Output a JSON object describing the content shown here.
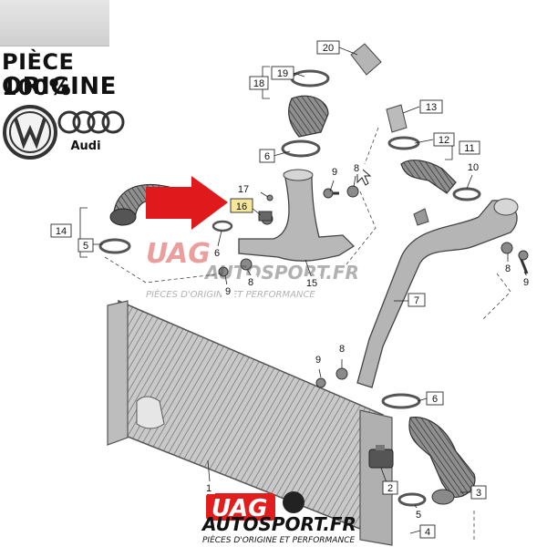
{
  "badge": {
    "line1": "PIÈCE 100%",
    "line2": "ORIGINE",
    "brand_vw": "VW",
    "brand_audi": "Audi"
  },
  "watermark_top": {
    "logo": "UAG",
    "name": "AUTOSPORT.FR",
    "tagline": "PIÈCES D'ORIGINE ET PERFORMANCE"
  },
  "watermark_bottom": {
    "logo": "UAG",
    "name": "AUTOSPORT.FR",
    "tagline": "PIÈCES D'ORIGINE ET PERFORMANCE"
  },
  "callouts": {
    "c20": "20",
    "c19": "19",
    "c18": "18",
    "c13": "13",
    "c12": "12",
    "c11": "11",
    "c6a": "6",
    "c9a": "9",
    "c8a": "8",
    "c10": "10",
    "c17": "17",
    "c16": "16",
    "c14": "14",
    "c5a": "5",
    "c6b": "6",
    "c9b": "9",
    "c8b": "8",
    "c15": "15",
    "c8c": "8",
    "c9c": "9",
    "c7": "7",
    "c9d": "9",
    "c8d": "8",
    "c6c": "6",
    "c1": "1",
    "c2": "2",
    "c3": "3",
    "c5b": "5",
    "c4": "4"
  },
  "colors": {
    "highlight_arrow": "#e0191c",
    "callout_highlight": "#f6e79a",
    "part_gray": "#9a9a9a",
    "watermark_red": "#d42a2a"
  }
}
